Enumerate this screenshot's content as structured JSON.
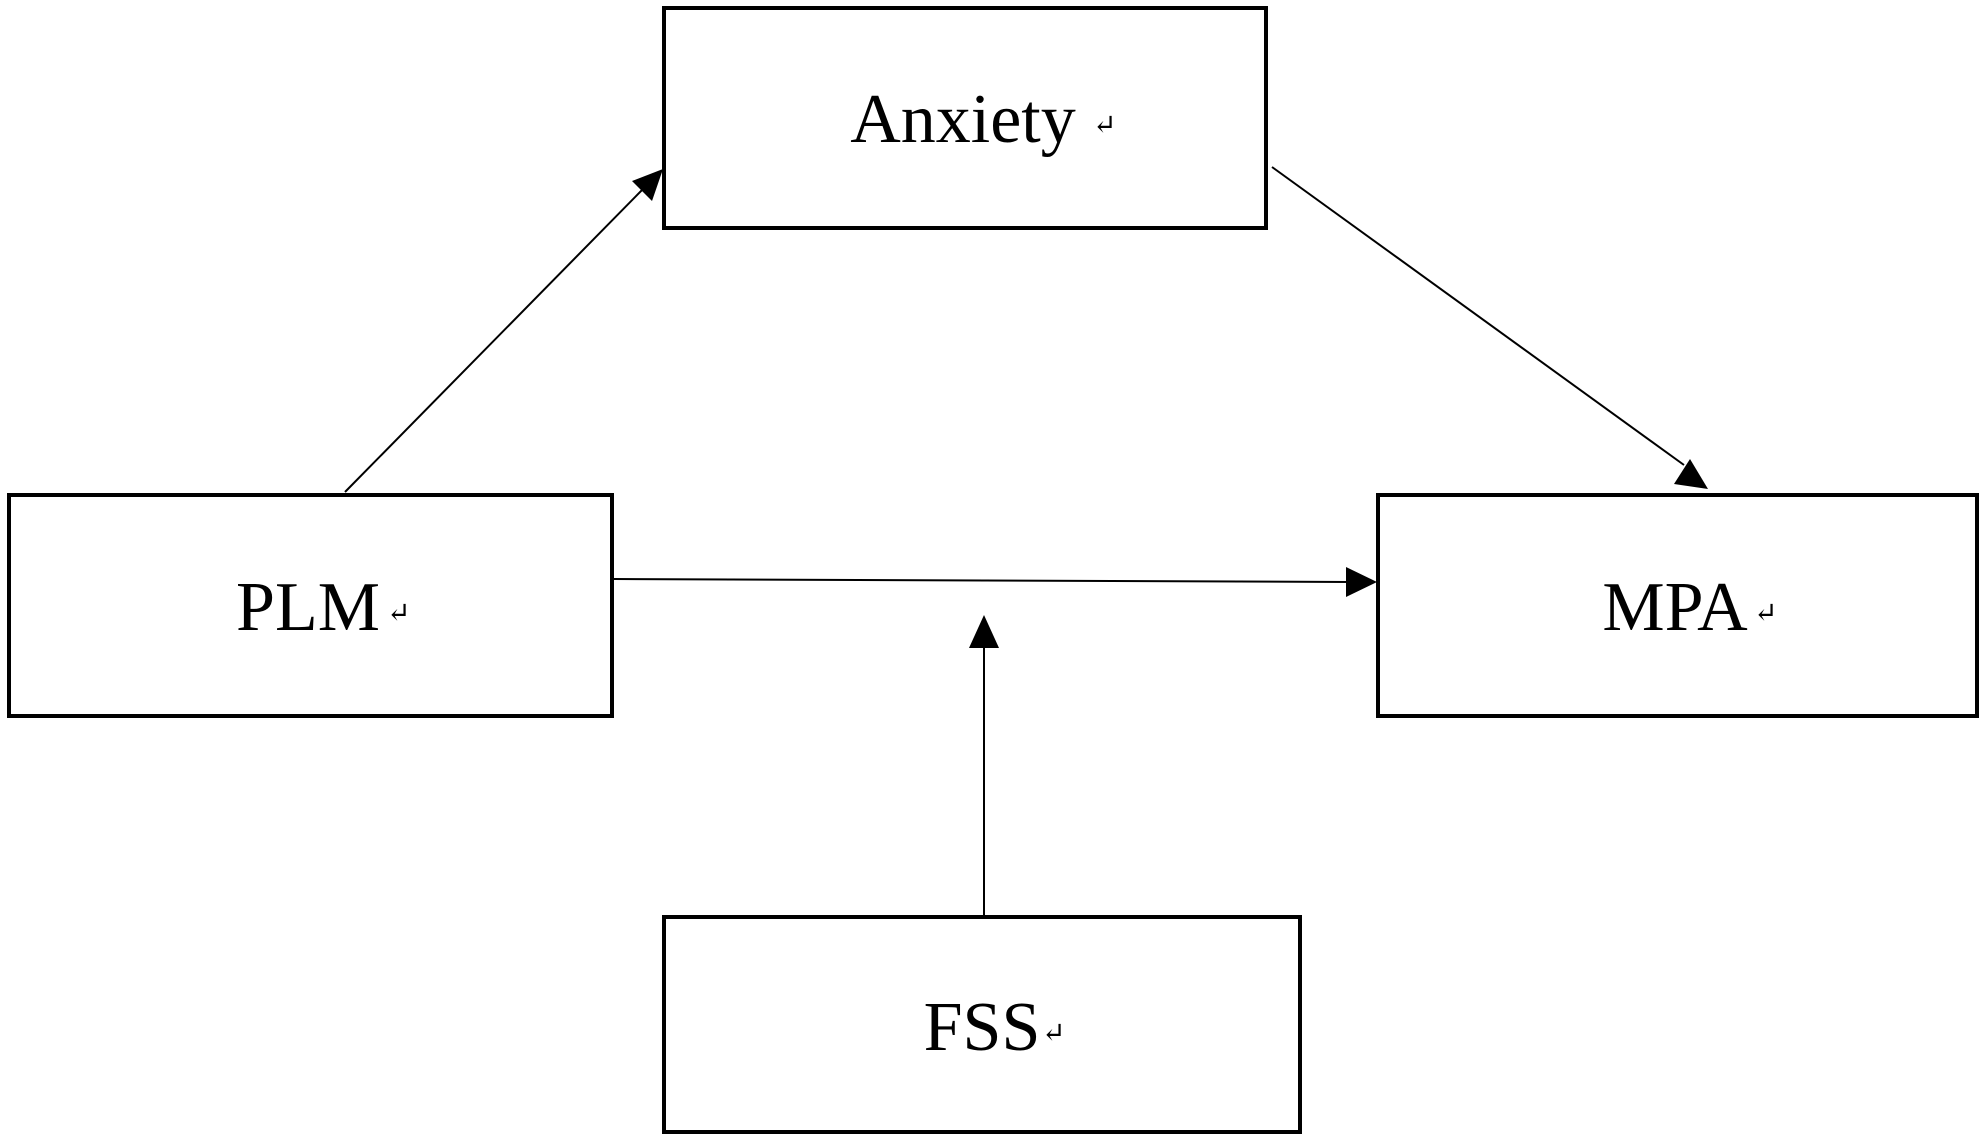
{
  "diagram": {
    "nodes": {
      "anxiety": {
        "label": "Anxiety",
        "mark": "↵"
      },
      "plm": {
        "label": "PLM",
        "mark": "↵"
      },
      "mpa": {
        "label": "MPA",
        "mark": "↵"
      },
      "fss": {
        "label": "FSS",
        "mark": "↵"
      }
    },
    "edges": [
      {
        "from": "PLM",
        "to": "Anxiety"
      },
      {
        "from": "Anxiety",
        "to": "MPA"
      },
      {
        "from": "PLM",
        "to": "MPA"
      },
      {
        "from": "FSS",
        "to": "PLM-MPA path"
      }
    ],
    "colors": {
      "stroke": "#000000",
      "background": "#ffffff"
    }
  }
}
